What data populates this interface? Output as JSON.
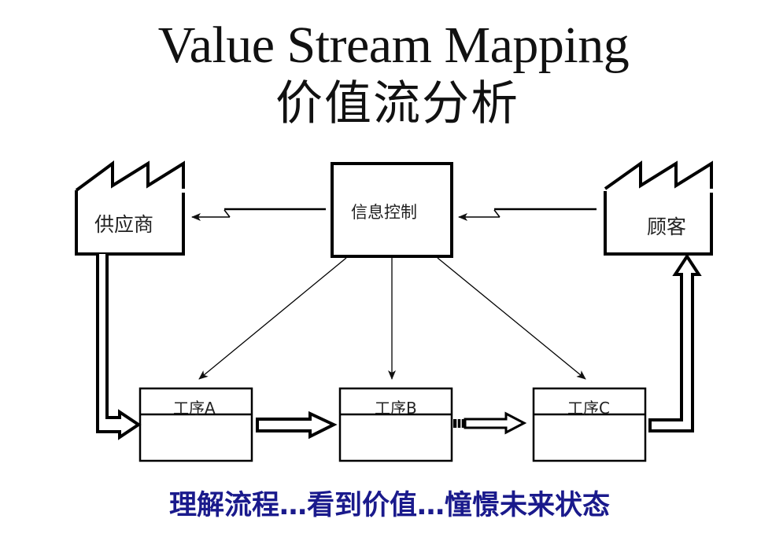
{
  "title": {
    "english": "Value Stream Mapping",
    "chinese": "价值流分析"
  },
  "nodes": {
    "supplier": {
      "label": "供应商",
      "shape": "factory-icon"
    },
    "info_control": {
      "label": "信息控制",
      "shape": "box"
    },
    "customer": {
      "label": "顾客",
      "shape": "factory-icon"
    },
    "process_a": {
      "label": "工序A"
    },
    "process_b": {
      "label": "工序B"
    },
    "process_c": {
      "label": "工序C"
    }
  },
  "connections": [
    {
      "from": "info_control",
      "to": "supplier",
      "type": "electronic-info-flow"
    },
    {
      "from": "customer",
      "to": "info_control",
      "type": "electronic-info-flow"
    },
    {
      "from": "info_control",
      "to": "process_a",
      "type": "manual-info-flow"
    },
    {
      "from": "info_control",
      "to": "process_b",
      "type": "manual-info-flow"
    },
    {
      "from": "info_control",
      "to": "process_c",
      "type": "manual-info-flow"
    },
    {
      "from": "supplier",
      "to": "process_a",
      "type": "shipment-arrow"
    },
    {
      "from": "process_a",
      "to": "process_b",
      "type": "push-arrow"
    },
    {
      "from": "process_b",
      "to": "process_c",
      "type": "push-arrow-striped"
    },
    {
      "from": "process_c",
      "to": "customer",
      "type": "shipment-arrow"
    }
  ],
  "footer": {
    "text": "理解流程…看到价值…憧憬未来状态",
    "color": "#1a1a8c"
  }
}
